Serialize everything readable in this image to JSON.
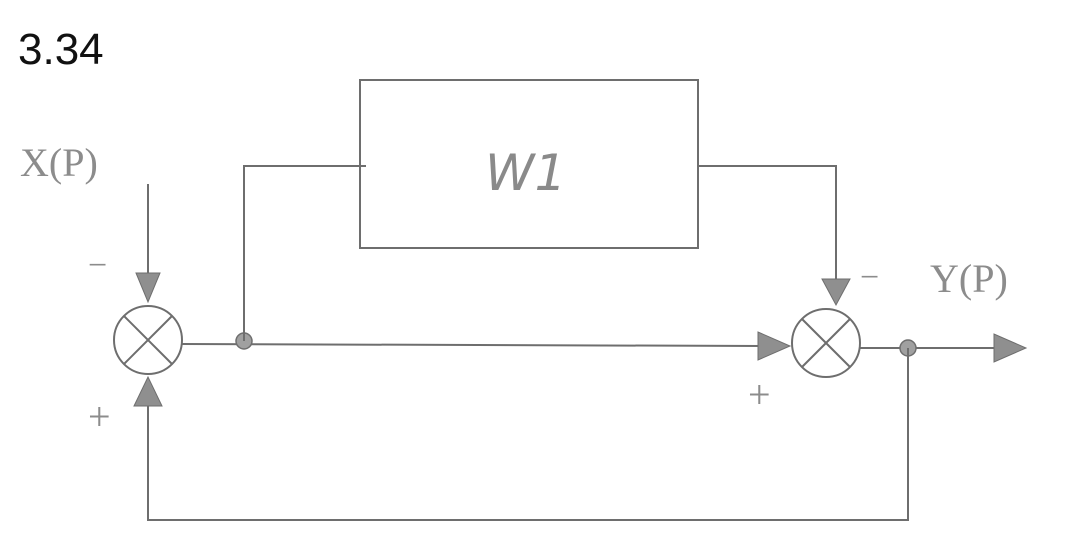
{
  "problem_number": "3.34",
  "input_label": "X(P)",
  "output_label": "Y(P)",
  "block_label": "W1",
  "signs": {
    "left_top": "−",
    "left_bottom": "+",
    "right_top": "−",
    "right_left": "+"
  },
  "colors": {
    "line": "#6e6e6e",
    "arrow_fill": "#8f8f8f",
    "label": "#8c8c8c",
    "title": "#111111"
  }
}
